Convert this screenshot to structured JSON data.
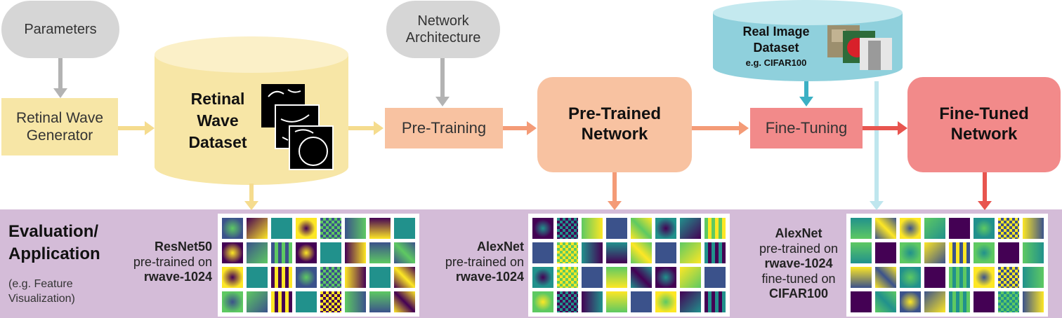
{
  "colors": {
    "grey": "#d6d6d6",
    "yellow": "#f7e6a6",
    "peach": "#f8c2a1",
    "red": "#f28a8a",
    "teal": "#8fd0dc",
    "purple_band": "#d4bcd8"
  },
  "nodes": {
    "parameters": "Parameters",
    "network_architecture": "Network Architecture",
    "retinal_wave_generator": "Retinal Wave Generator",
    "retinal_wave_dataset": "Retinal Wave Dataset",
    "pre_training": "Pre-Training",
    "pre_trained_network": "Pre-Trained Network",
    "real_image_dataset_title": "Real Image Dataset",
    "real_image_dataset_example": "e.g. CIFAR100",
    "fine_tuning": "Fine-Tuning",
    "fine_tuned_network": "Fine-Tuned Network"
  },
  "evaluation": {
    "title": "Evaluation/ Application",
    "subtitle": "(e.g. Feature Visualization)"
  },
  "panels": [
    {
      "model": "ResNet50",
      "line2": "pre-trained on",
      "dataset": "rwave-1024"
    },
    {
      "model": "AlexNet",
      "line2": "pre-trained on",
      "dataset": "rwave-1024"
    },
    {
      "model": "AlexNet",
      "line2": "pre-trained on",
      "dataset": "rwave-1024",
      "line4": "fine-tuned on",
      "dataset2": "CIFAR100"
    }
  ]
}
